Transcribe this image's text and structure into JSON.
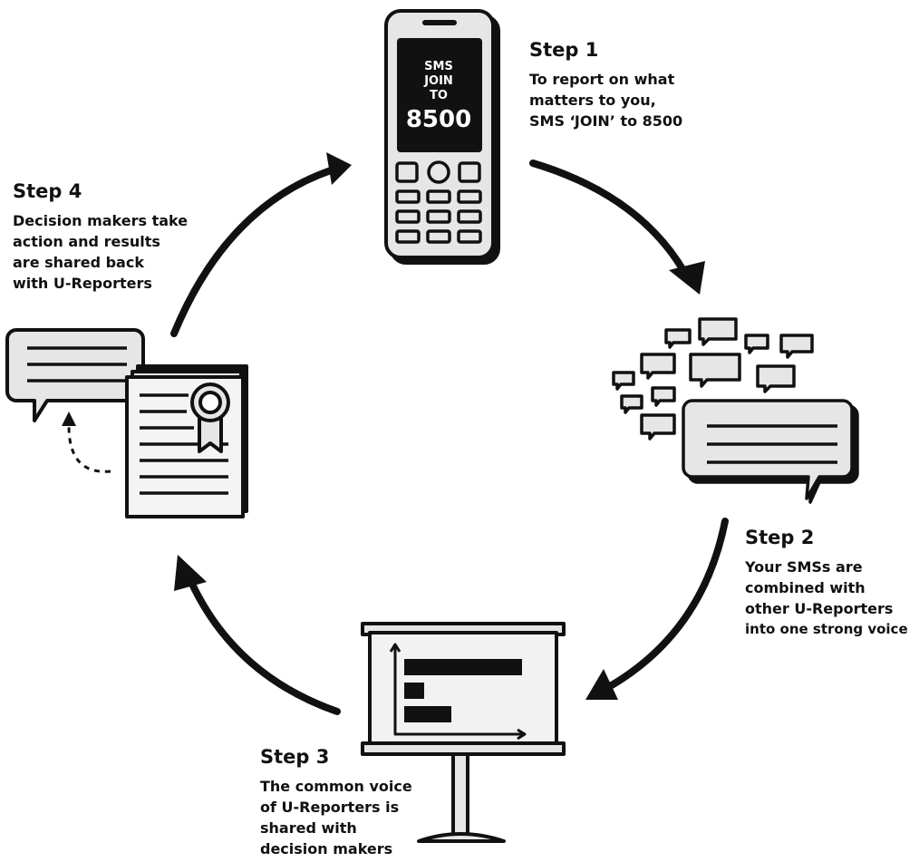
{
  "phone": {
    "screen_lines": [
      "SMS",
      "JOIN",
      "TO"
    ],
    "screen_number": "8500"
  },
  "steps": [
    {
      "title": "Step 1",
      "lines": [
        "To report on what",
        "matters to you,",
        "SMS ‘JOIN’ to 8500"
      ]
    },
    {
      "title": "Step 2",
      "lines": [
        "Your SMSs are",
        "combined with",
        "other U-Reporters",
        "into one strong voice"
      ]
    },
    {
      "title": "Step 3",
      "lines": [
        "The common voice",
        "of U-Reporters is",
        "shared with",
        "decision makers"
      ]
    },
    {
      "title": "Step 4",
      "lines": [
        "Decision makers take",
        "action and results",
        "are shared back",
        "with U-Reporters"
      ]
    }
  ],
  "colors": {
    "ink": "#111111",
    "fill": "#e6e6e6",
    "screen": "#111111",
    "paper": "#ffffff"
  }
}
